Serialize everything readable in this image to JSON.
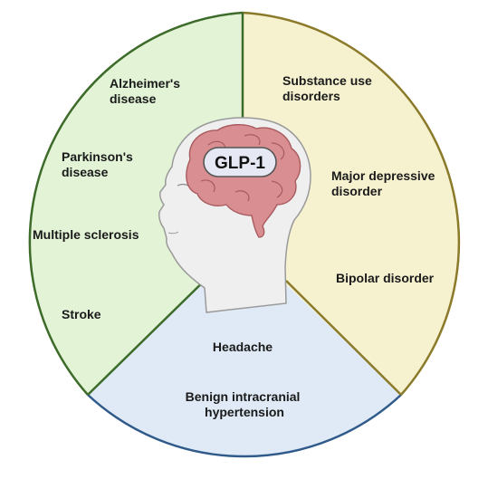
{
  "center": {
    "label": "GLP-1"
  },
  "segments": [
    {
      "id": "neurodegenerative",
      "fill": "#e2f3d6",
      "stroke": "#3d6b2a",
      "items": [
        "Alzheimer's disease",
        "Parkinson's disease",
        "Multiple sclerosis",
        "Stroke"
      ]
    },
    {
      "id": "psychiatric",
      "fill": "#f6f2d0",
      "stroke": "#8a7a2a",
      "items": [
        "Substance use disorders",
        "Major depressive disorder",
        "Bipolar disorder"
      ]
    },
    {
      "id": "headache",
      "fill": "#dfeaf6",
      "stroke": "#2f5a8a",
      "items": [
        "Headache",
        "Benign intracranial hypertension"
      ]
    }
  ],
  "icons": {
    "head": "human-head-profile-icon",
    "brain": "brain-icon"
  },
  "colors": {
    "skin": "#efefef",
    "skin_outline": "#9a9a9a",
    "brain": "#d98f91",
    "brain_outline": "#a85a5e",
    "badge": "#e6e8f4"
  }
}
